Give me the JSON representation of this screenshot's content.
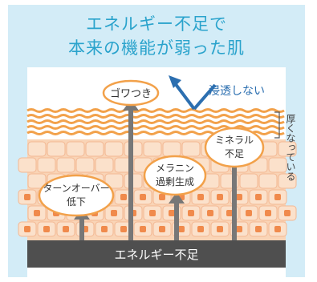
{
  "title_line1": "エネルギー不足で",
  "title_line2": "本来の機能が弱った肌",
  "diagram": {
    "penetration_label": "浸透しない",
    "thick_label": "厚くなっている",
    "bottom_bar_label": "エネルギー不足",
    "bubbles": {
      "wrinkle": "ゴワつき",
      "mineral": [
        "ミネラル",
        "不足"
      ],
      "melanin": [
        "メラニン",
        "過剰生成"
      ],
      "turnover": [
        "ターンオーバー",
        "低下"
      ]
    }
  },
  "colors": {
    "title": "#2aa3cc",
    "background": "#d3ecf7",
    "arrow": "#777777",
    "bar": "#4f4f4f",
    "stratum_corneum": "#f2a14a",
    "skin_cells": "#f8c7a3",
    "cell_nuclei": "#f08a4c",
    "penetration_arrow": "#2c6fb0"
  }
}
